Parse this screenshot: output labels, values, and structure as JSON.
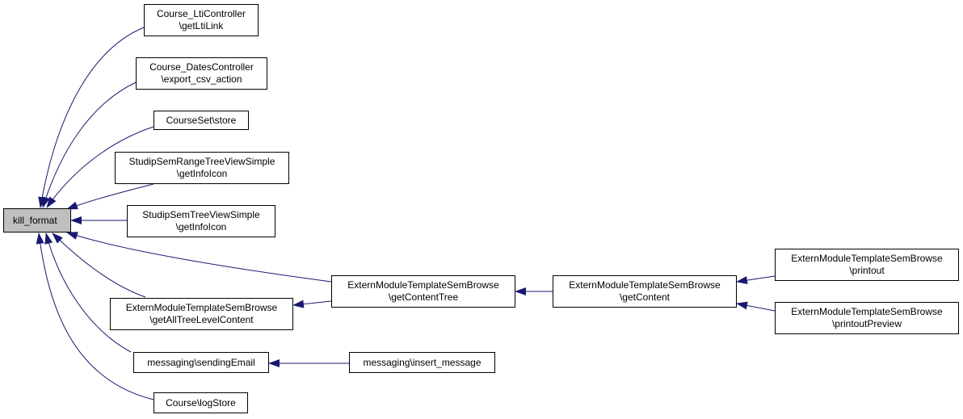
{
  "colors": {
    "edge": "#191970",
    "root_fill": "#bfbfbf",
    "node_fill": "#ffffff",
    "border": "#000000"
  },
  "nodes": {
    "kill_format": {
      "label": "kill_format"
    },
    "lti": {
      "line1": "Course_LtiController",
      "line2": "\\getLtiLink"
    },
    "dates": {
      "line1": "Course_DatesController",
      "line2": "\\export_csv_action"
    },
    "courseset": {
      "label": "CourseSet\\store"
    },
    "range": {
      "line1": "StudipSemRangeTreeViewSimple",
      "line2": "\\getInfoIcon"
    },
    "treeview": {
      "line1": "StudipSemTreeViewSimple",
      "line2": "\\getInfoIcon"
    },
    "contenttree": {
      "line1": "ExternModuleTemplateSemBrowse",
      "line2": "\\getContentTree"
    },
    "alltree": {
      "line1": "ExternModuleTemplateSemBrowse",
      "line2": "\\getAllTreeLevelContent"
    },
    "getcontent": {
      "line1": "ExternModuleTemplateSemBrowse",
      "line2": "\\getContent"
    },
    "printout": {
      "line1": "ExternModuleTemplateSemBrowse",
      "line2": "\\printout"
    },
    "printoutpreview": {
      "line1": "ExternModuleTemplateSemBrowse",
      "line2": "\\printoutPreview"
    },
    "sendingemail": {
      "label": "messaging\\sendingEmail"
    },
    "insertmessage": {
      "label": "messaging\\insert_message"
    },
    "logstore": {
      "label": "Course\\logStore"
    }
  }
}
